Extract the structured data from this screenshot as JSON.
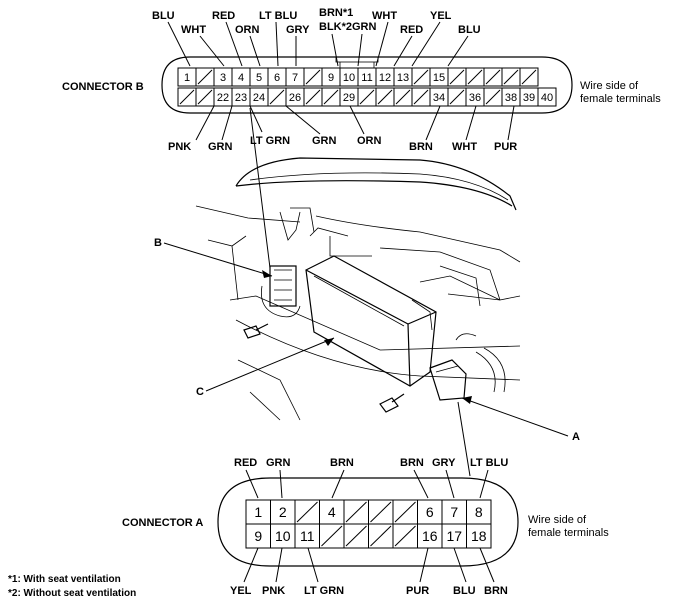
{
  "connector_b": {
    "title": "CONNECTOR B",
    "side_text_1": "Wire side of",
    "side_text_2": "female terminals",
    "top_pins": [
      "1",
      "",
      "3",
      "4",
      "5",
      "6",
      "7",
      "",
      "9",
      "10",
      "11",
      "12",
      "13",
      "",
      "15",
      "",
      "",
      "",
      "",
      ""
    ],
    "bottom_pins": [
      "",
      "",
      "22",
      "23",
      "24",
      "",
      "26",
      "",
      "",
      "29",
      "",
      "",
      "",
      "",
      "34",
      "",
      "36",
      "",
      "38",
      "39",
      "40"
    ],
    "wires_top": [
      {
        "label": "BLU",
        "pin": "1"
      },
      {
        "label": "WHT",
        "pin": "3"
      },
      {
        "label": "RED",
        "pin": "4"
      },
      {
        "label": "ORN",
        "pin": "5"
      },
      {
        "label": "LT BLU",
        "pin": "6"
      },
      {
        "label": "GRY",
        "pin": "7"
      },
      {
        "label": "BRN*1",
        "pin": "9"
      },
      {
        "label": "BLK*2",
        "pin": "9"
      },
      {
        "label": "GRN",
        "pin": "10"
      },
      {
        "label": "WHT",
        "pin": "11"
      },
      {
        "label": "RED",
        "pin": "12"
      },
      {
        "label": "YEL",
        "pin": "13"
      },
      {
        "label": "BLU",
        "pin": "15"
      }
    ],
    "wires_bottom": [
      {
        "label": "PNK",
        "pin": "22"
      },
      {
        "label": "GRN",
        "pin": "23"
      },
      {
        "label": "LT GRN",
        "pin": "24"
      },
      {
        "label": "GRN",
        "pin": "26"
      },
      {
        "label": "ORN",
        "pin": "29"
      },
      {
        "label": "BRN",
        "pin": "34"
      },
      {
        "label": "WHT",
        "pin": "36"
      },
      {
        "label": "PUR",
        "pin": "38"
      }
    ]
  },
  "connector_a": {
    "title": "CONNECTOR A",
    "side_text_1": "Wire side of",
    "side_text_2": "female terminals",
    "top_pins": [
      "1",
      "2",
      "",
      "4",
      "",
      "",
      "",
      "6",
      "7",
      "8"
    ],
    "bottom_pins": [
      "9",
      "10",
      "11",
      "",
      "",
      "",
      "",
      "16",
      "17",
      "18"
    ],
    "wires_top": [
      {
        "label": "RED",
        "pin": "1"
      },
      {
        "label": "GRN",
        "pin": "2"
      },
      {
        "label": "BRN",
        "pin": "4"
      },
      {
        "label": "BRN",
        "pin": "6"
      },
      {
        "label": "GRY",
        "pin": "7"
      },
      {
        "label": "LT BLU",
        "pin": "8"
      }
    ],
    "wires_bottom": [
      {
        "label": "YEL",
        "pin": "9"
      },
      {
        "label": "PNK",
        "pin": "10"
      },
      {
        "label": "LT GRN",
        "pin": "11"
      },
      {
        "label": "PUR",
        "pin": "16"
      },
      {
        "label": "BLU",
        "pin": "17"
      },
      {
        "label": "BRN",
        "pin": "18"
      }
    ]
  },
  "callouts": {
    "a": "A",
    "b": "B",
    "c": "C"
  },
  "notes": {
    "note1": "*1: With seat ventilation",
    "note2": "*2: Without seat ventilation"
  }
}
